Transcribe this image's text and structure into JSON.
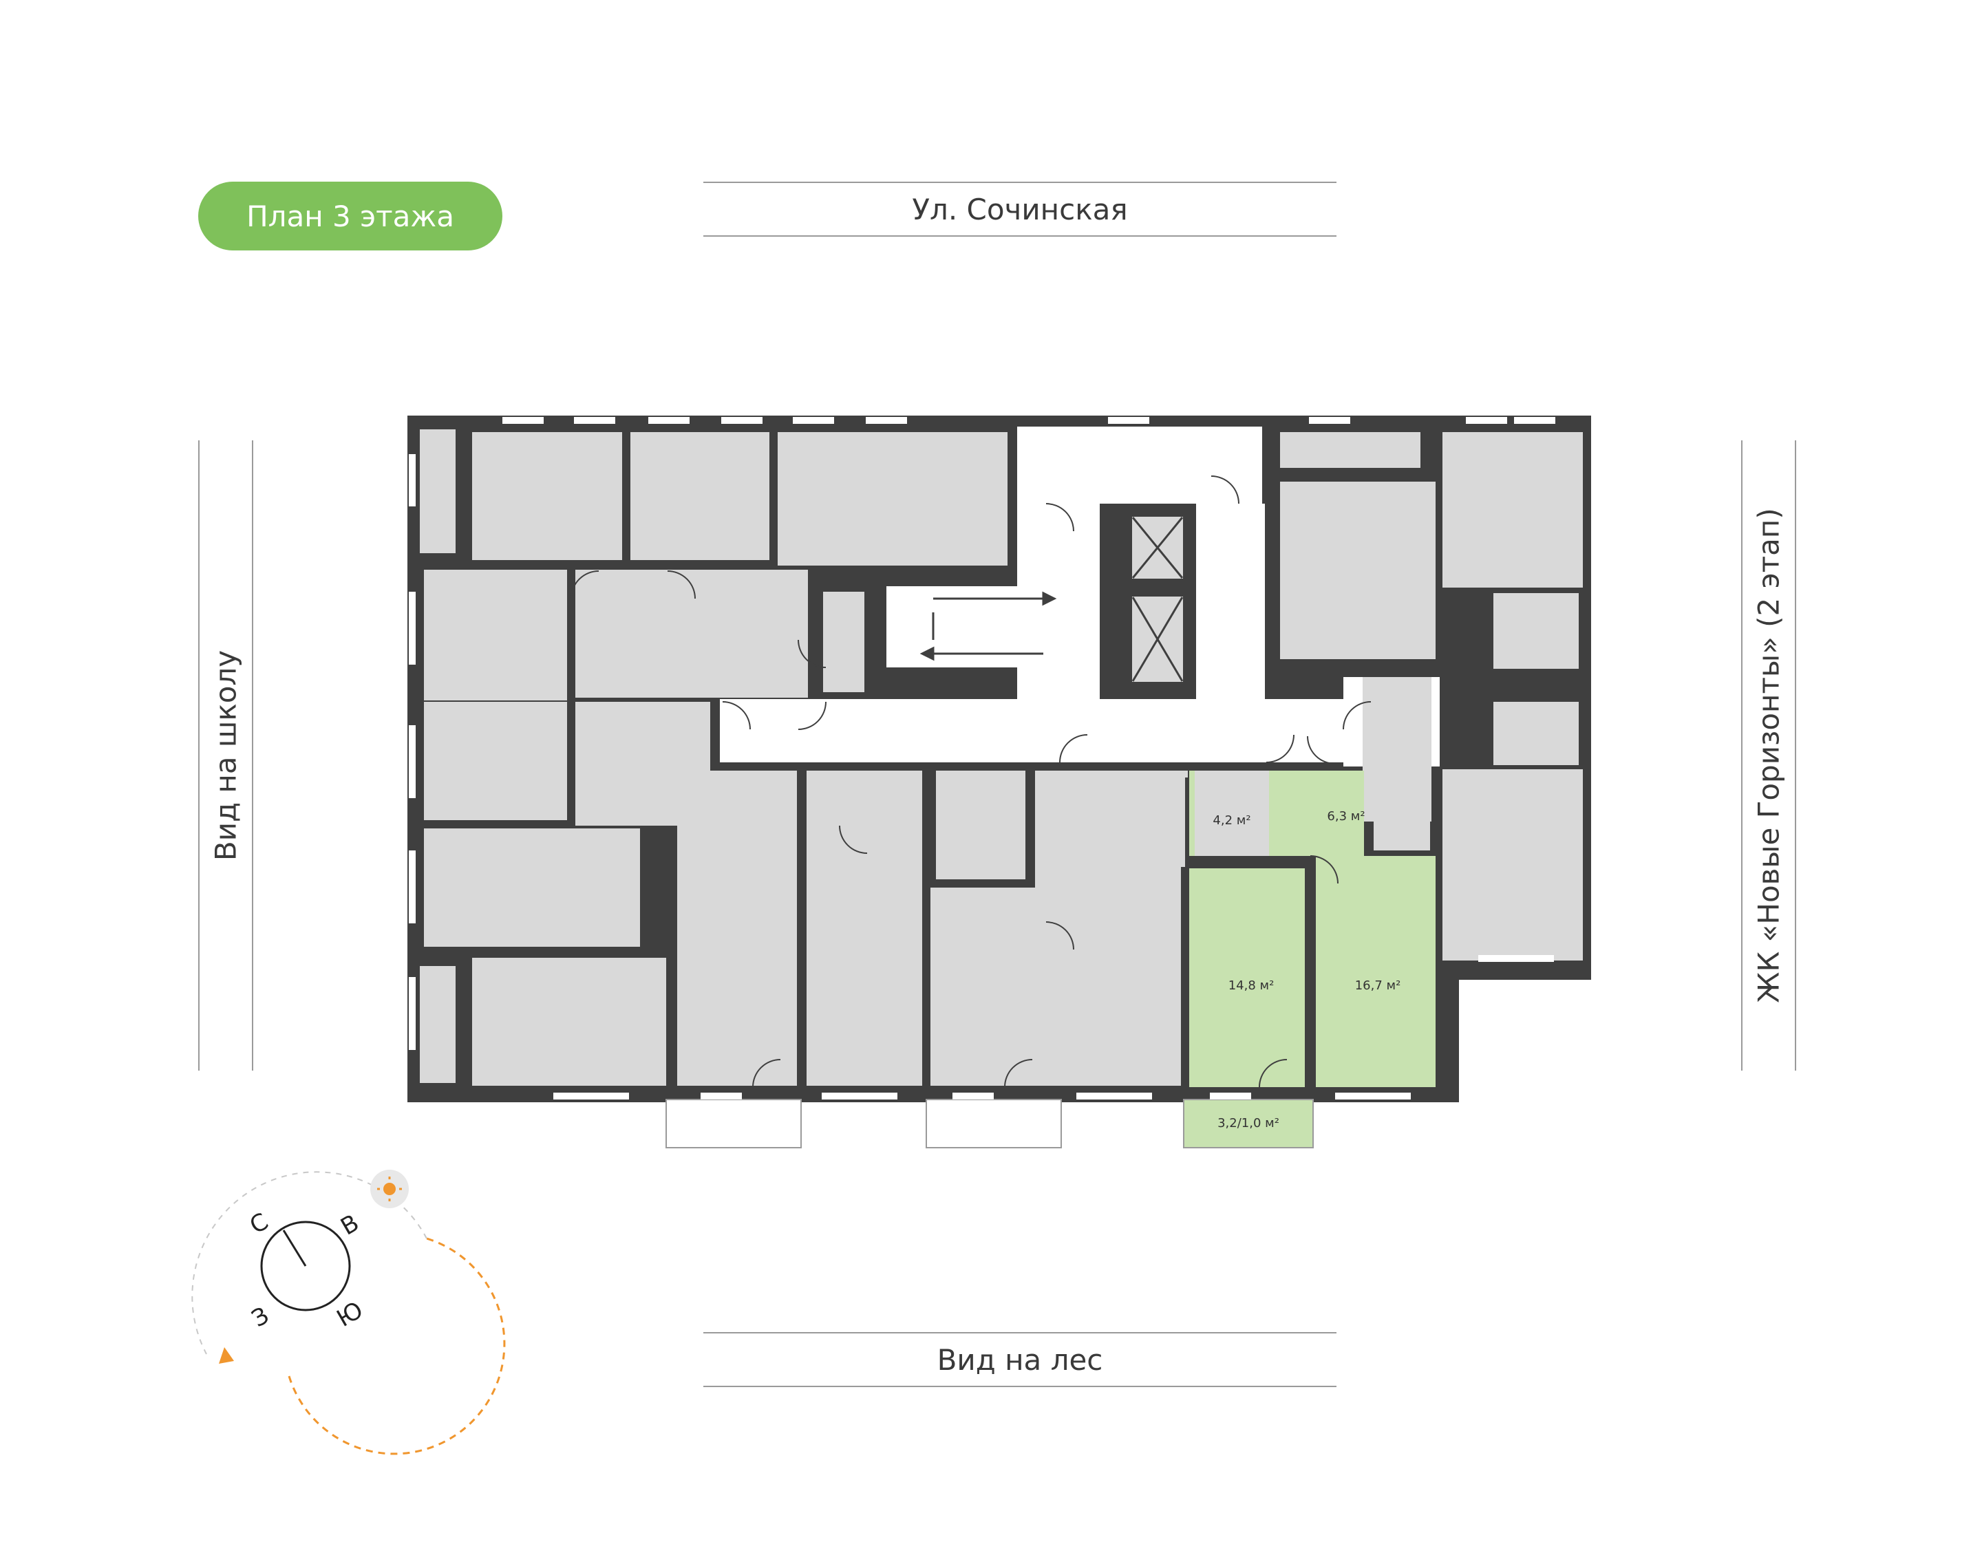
{
  "floor_badge": "План 3 этажа",
  "streets": {
    "top": "Ул. Сочинская",
    "bottom": "Вид на лес",
    "left": "Вид на школу",
    "right": "ЖК «Новые Горизонты» (2 этап)"
  },
  "apartment": {
    "highlight_color": "#c8e2b0",
    "rooms": [
      {
        "id": "bathroom",
        "area": "4,2 м²"
      },
      {
        "id": "hall",
        "area": "6,3 м²"
      },
      {
        "id": "kitchen",
        "area": "14,8 м²"
      },
      {
        "id": "bedroom",
        "area": "16,7 м²"
      },
      {
        "id": "balcony",
        "area": "3,2/1,0 м²"
      }
    ]
  },
  "compass": {
    "north": "С",
    "east": "В",
    "south": "Ю",
    "west": "З",
    "sun_icon": "sun-icon"
  },
  "colors": {
    "badge": "#7fc15a",
    "wall": "#3f3f3f",
    "room": "#d9d9d9",
    "highlight": "#c8e2b0",
    "compass_arc": "#f0962e"
  }
}
